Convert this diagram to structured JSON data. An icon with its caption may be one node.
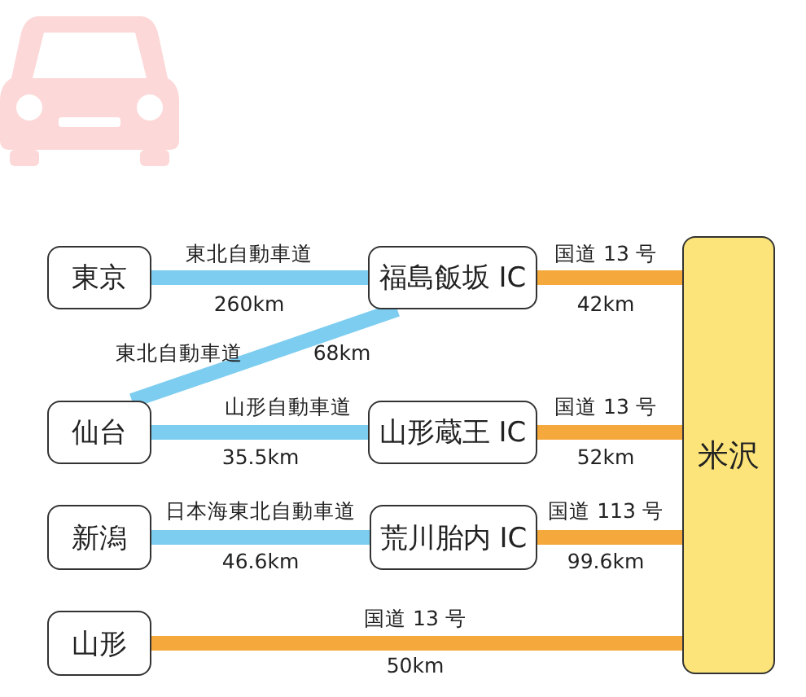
{
  "diagram": {
    "nodes": [
      {
        "text": [
          "東京"
        ]
      },
      {
        "text": [
          "福島飯坂 IC"
        ]
      },
      {
        "text": [
          "米沢"
        ]
      },
      {
        "text": [
          "仙台"
        ]
      },
      {
        "text": [
          "山形蔵王 IC"
        ]
      },
      {
        "text": [
          "新潟"
        ]
      },
      {
        "text": [
          "荒川胎内 IC"
        ]
      },
      {
        "text": [
          "山形"
        ]
      }
    ],
    "edges": [
      {
        "from": 0,
        "to": 1,
        "arrow": "none",
        "label": "東北自動車道",
        "color": "#7dcdf0"
      },
      {
        "from": 1,
        "to": 2,
        "arrow": "none",
        "label": "国道 13 号",
        "color": "#f5a93c"
      },
      {
        "from": 3,
        "to": 1,
        "arrow": "none",
        "label": "東北自動車道",
        "color": "#7dcdf0"
      },
      {
        "from": 3,
        "to": 4,
        "arrow": "none",
        "label": "山形自動車道",
        "color": "#7dcdf0"
      },
      {
        "from": 4,
        "to": 2,
        "arrow": "none",
        "label": "国道 13 号",
        "color": "#f5a93c"
      },
      {
        "from": 5,
        "to": 6,
        "arrow": "none",
        "label": "日本海東北自動車道",
        "color": "#7dcdf0"
      },
      {
        "from": 6,
        "to": 2,
        "arrow": "none",
        "label": "国道 113 号",
        "color": "#f5a93c"
      },
      {
        "from": 7,
        "to": 2,
        "arrow": "none",
        "label": "国道 13 号",
        "color": "#f5a93c"
      }
    ],
    "labels": [
      "260km",
      "42km",
      "68km",
      "35.5km",
      "52km",
      "46.6km",
      "99.6km",
      "50km"
    ]
  }
}
